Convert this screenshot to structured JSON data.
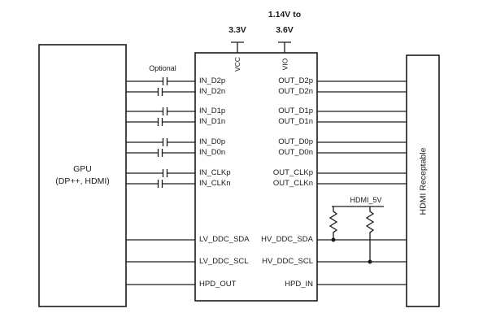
{
  "diagram": {
    "gpu_box": {
      "line1": "GPU",
      "line2": "(DP++, HDMI)"
    },
    "receptacle_box": {
      "label": "HDMI Receptable"
    },
    "optional": "Optional",
    "power": {
      "vcc": "3.3V",
      "vio_line1": "1.14V to",
      "vio_line2": "3.6V",
      "vcc_pin": "VCC",
      "vio_pin": "VIO"
    },
    "pullup": {
      "label": "HDMI_5V"
    },
    "ic": {
      "left_pins": [
        "IN_D2p",
        "IN_D2n",
        "IN_D1p",
        "IN_D1n",
        "IN_D0p",
        "IN_D0n",
        "IN_CLKp",
        "IN_CLKn",
        "LV_DDC_SDA",
        "LV_DDC_SCL",
        "HPD_OUT"
      ],
      "right_pins": [
        "OUT_D2p",
        "OUT_D2n",
        "OUT_D1p",
        "OUT_D1n",
        "OUT_D0p",
        "OUT_D0n",
        "OUT_CLKp",
        "OUT_CLKn",
        "HV_DDC_SDA",
        "HV_DDC_SCL",
        "HPD_IN"
      ]
    }
  }
}
